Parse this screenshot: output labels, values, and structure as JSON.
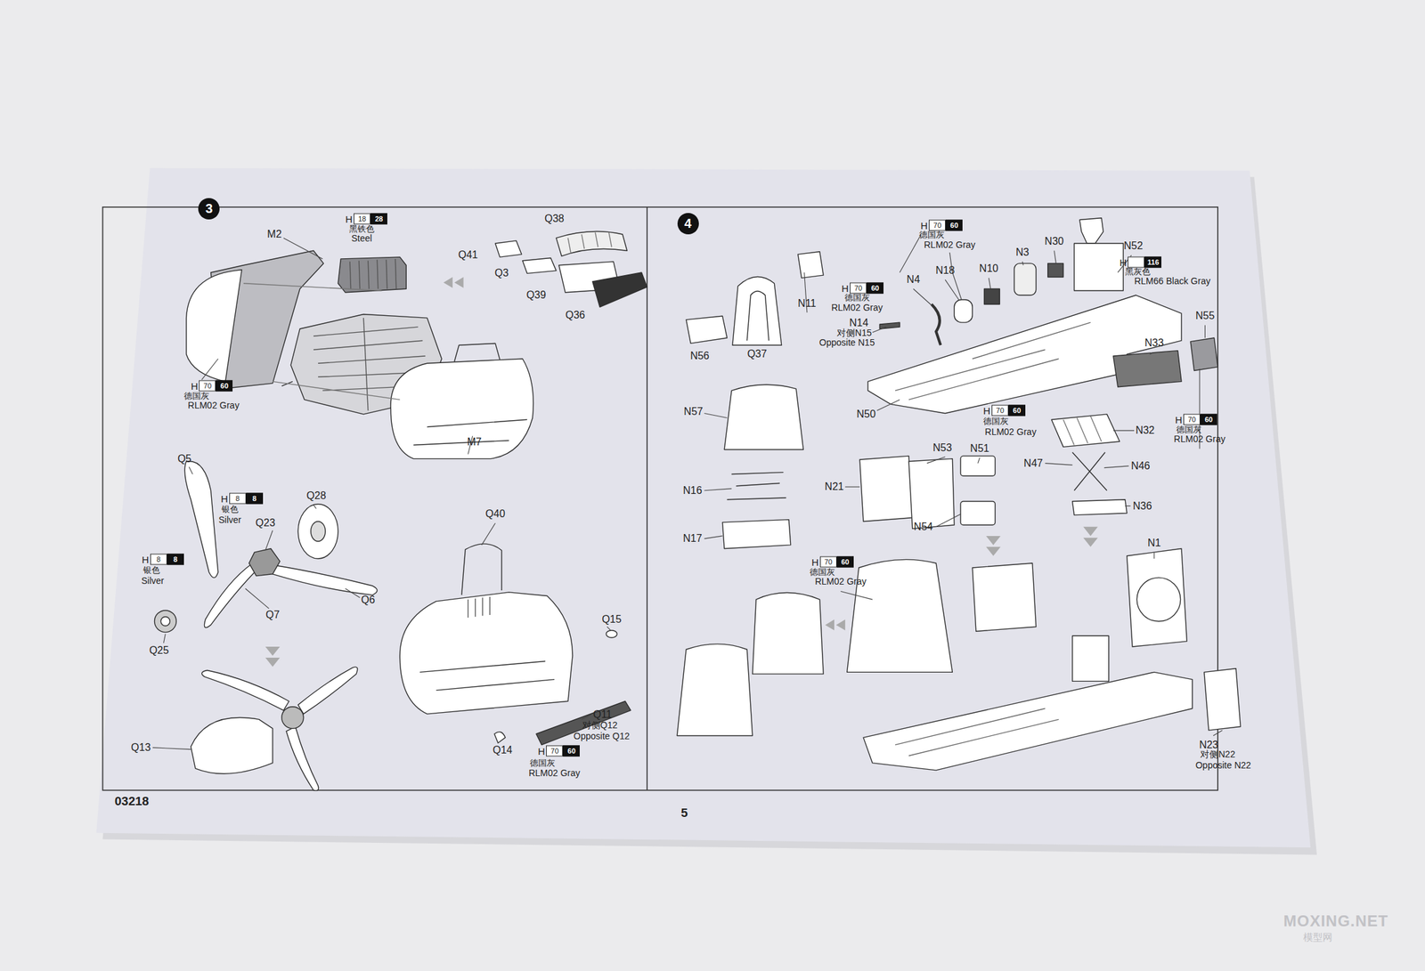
{
  "diagram": {
    "nodes": [
      {
        "text": [
          "3"
        ]
      },
      {
        "text": [
          "4"
        ]
      }
    ],
    "labels": [
      "H",
      "18",
      "28",
      "黑铁色",
      "Steel",
      "M2",
      "Q38",
      "Q41",
      "Q3",
      "Q39",
      "Q36",
      "H",
      "70",
      "60",
      "德国灰",
      "RLM02 Gray",
      "M7",
      "Q5",
      "H",
      "8",
      "8",
      "银色",
      "Silver",
      "Q23",
      "Q28",
      "H",
      "8",
      "8",
      "银色",
      "Silver",
      "Q6",
      "Q7",
      "Q25",
      "Q40",
      "Q15",
      "Q11",
      "对侧Q12",
      "Opposite Q12",
      "Q14",
      "H",
      "70",
      "60",
      "德国灰",
      "RLM02 Gray",
      "Q13",
      "03218",
      "5",
      "H",
      "70",
      "60",
      "德国灰",
      "RLM02 Gray",
      "N52",
      "N30",
      "N3",
      "N10",
      "N18",
      "N4",
      "N11",
      "H",
      "70",
      "60",
      "德国灰",
      "RLM02 Gray",
      "N14",
      "对侧N15",
      "Opposite N15",
      "N56",
      "Q37",
      "H",
      "116",
      "黑灰色",
      "RLM66 Black Gray",
      "N55",
      "N33",
      "N50",
      "H",
      "70",
      "60",
      "德国灰",
      "RLM02 Gray",
      "N32",
      "H",
      "70",
      "60",
      "德国灰",
      "RLM02 Gray",
      "N57",
      "N53",
      "N51",
      "N47",
      "N46",
      "N21",
      "N36",
      "N54",
      "N16",
      "N17",
      "H",
      "70",
      "60",
      "德国灰",
      "RLM02 Gray",
      "N1",
      "N23",
      "对侧N22",
      "Opposite N22",
      "MOXING.NET",
      "模型网"
    ]
  }
}
